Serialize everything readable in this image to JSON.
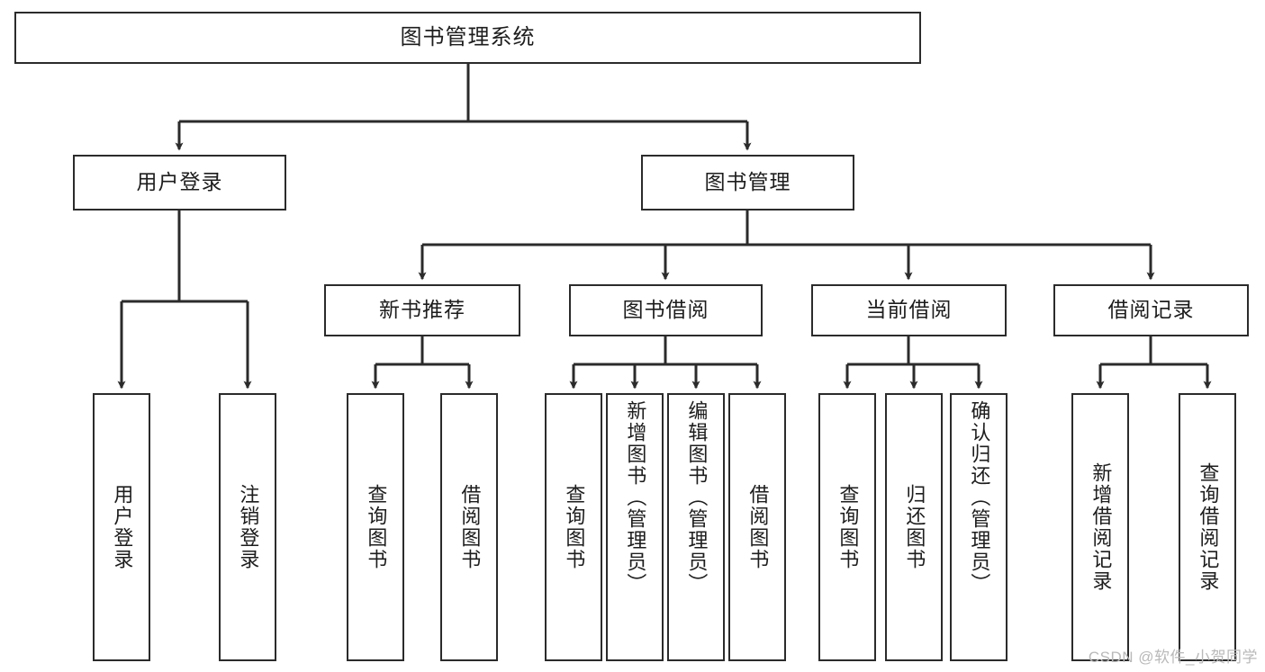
{
  "diagram": {
    "title": "图书管理系统",
    "type": "tree",
    "watermark": "CSDN @软件_小贺同学",
    "stroke_color": "#2b2b2b",
    "fill_color": "#ffffff",
    "text_color": "#1d1d1d"
  },
  "nodes": {
    "root": {
      "label": "图书管理系统"
    },
    "level1": [
      {
        "label": "用户登录"
      },
      {
        "label": "图书管理"
      }
    ],
    "level2": [
      {
        "label": "新书推荐"
      },
      {
        "label": "图书借阅"
      },
      {
        "label": "当前借阅"
      },
      {
        "label": "借阅记录"
      }
    ],
    "leaves": {
      "user_login": [
        {
          "label": "用户登录"
        },
        {
          "label": "注销登录"
        }
      ],
      "new_book_recommend": [
        {
          "label": "查询图书"
        },
        {
          "label": "借阅图书"
        }
      ],
      "book_borrow": [
        {
          "label": "查询图书"
        },
        {
          "label": "新增图书（管理员）"
        },
        {
          "label": "编辑图书（管理员）"
        },
        {
          "label": "借阅图书"
        }
      ],
      "current_borrow": [
        {
          "label": "查询图书"
        },
        {
          "label": "归还图书"
        },
        {
          "label": "确认归还（管理员）"
        }
      ],
      "borrow_records": [
        {
          "label": "新增借阅记录"
        },
        {
          "label": "查询借阅记录"
        }
      ]
    }
  }
}
